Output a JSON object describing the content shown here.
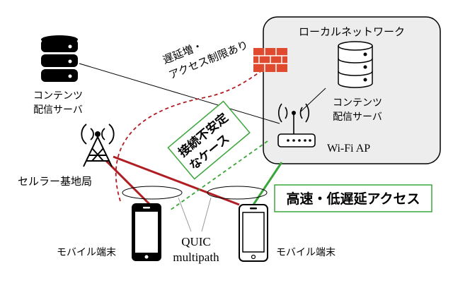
{
  "local_network": {
    "label": "ローカルネットワーク"
  },
  "remote_server": {
    "label_line1": "コンテンツ",
    "label_line2": "配信サーバ"
  },
  "local_server": {
    "label_line1": "コンテンツ",
    "label_line2": "配信サーバ"
  },
  "cell_tower": {
    "label": "セルラー基地局"
  },
  "wifi_ap": {
    "label": "Wi-Fi AP"
  },
  "firewall_note": {
    "line1": "遅延増・",
    "line2": "アクセス制限あり"
  },
  "unstable_box": {
    "line1": "接続不安定",
    "line2": "なケース"
  },
  "fast_access": {
    "label": "高速・低遅延アクセス"
  },
  "quic": {
    "line1": "QUIC",
    "line2": "multipath"
  },
  "mobile_left": {
    "label": "モバイル端末"
  },
  "mobile_right": {
    "label": "モバイル端末"
  },
  "colors": {
    "cellular": "#b01e24",
    "wifi": "#3aa63a",
    "green_border": "#3aa63a",
    "local_bg": "#ededed",
    "firewall": "#e04a2e"
  }
}
